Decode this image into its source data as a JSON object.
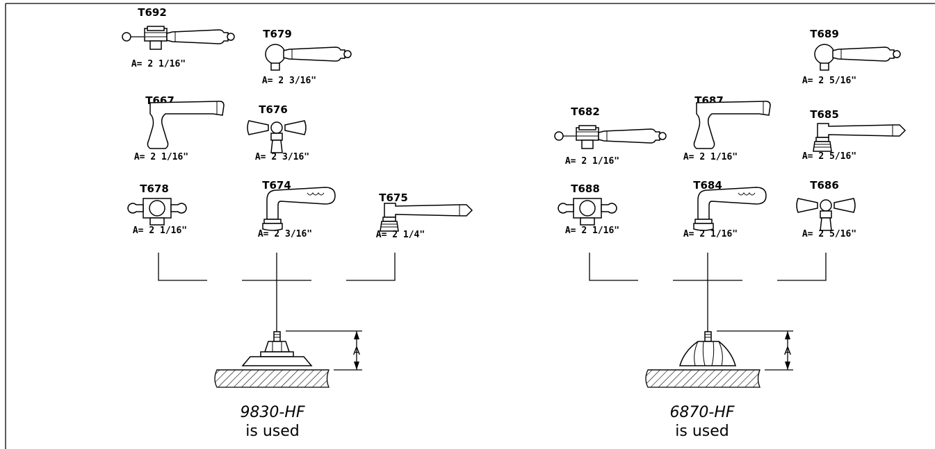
{
  "diagram": {
    "assemblies": [
      {
        "model": "9830-HF",
        "note": "is used",
        "dimension_label": "A",
        "handles": [
          {
            "code": "T692",
            "a_value": "A= 2 1/16\""
          },
          {
            "code": "T679",
            "a_value": "A= 2 3/16\""
          },
          {
            "code": "T667",
            "a_value": "A= 2 1/16\""
          },
          {
            "code": "T676",
            "a_value": "A= 2 3/16\""
          },
          {
            "code": "T678",
            "a_value": "A= 2 1/16\""
          },
          {
            "code": "T674",
            "a_value": "A= 2 3/16\""
          },
          {
            "code": "T675",
            "a_value": "A= 2 1/4\""
          }
        ]
      },
      {
        "model": "6870-HF",
        "note": "is used",
        "dimension_label": "A",
        "handles": [
          {
            "code": "T689",
            "a_value": "A= 2 5/16\""
          },
          {
            "code": "T682",
            "a_value": "A= 2 1/16\""
          },
          {
            "code": "T687",
            "a_value": "A= 2 1/16\""
          },
          {
            "code": "T685",
            "a_value": "A= 2 5/16\""
          },
          {
            "code": "T688",
            "a_value": "A= 2 1/16\""
          },
          {
            "code": "T684",
            "a_value": "A= 2 1/16\""
          },
          {
            "code": "T686",
            "a_value": "A= 2 5/16\""
          }
        ]
      }
    ]
  }
}
